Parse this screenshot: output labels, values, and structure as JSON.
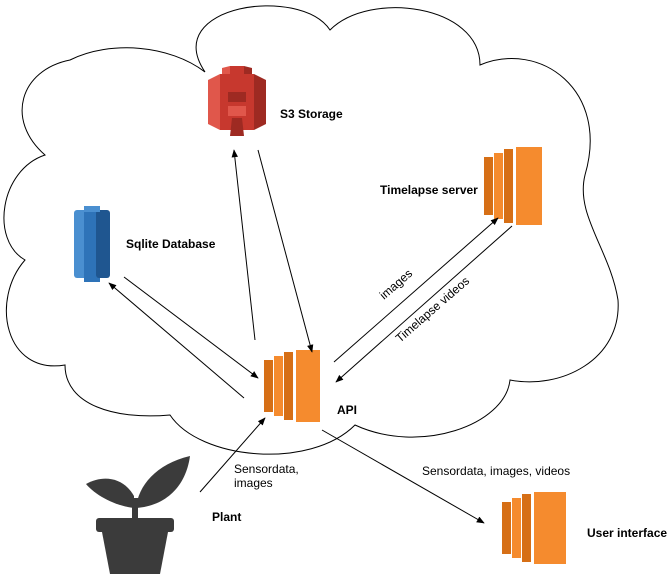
{
  "nodes": {
    "s3": {
      "label": "S3 Storage"
    },
    "sqlite": {
      "label": "Sqlite Database"
    },
    "timelapse": {
      "label": "Timelapse server"
    },
    "api": {
      "label": "API"
    },
    "plant": {
      "label": "Plant"
    },
    "ui": {
      "label": "User interface"
    }
  },
  "edges": {
    "images": "images",
    "timelapse_videos": "Timelapse videos",
    "plant_line1": "Sensordata,",
    "plant_line2": "images",
    "ui_label": "Sensordata, images, videos"
  },
  "colors": {
    "s3_red": "#c7382e",
    "s3_red_dark": "#9e2a22",
    "s3_red_light": "#e0574b",
    "ec2_orange": "#f58b2e",
    "ec2_orange_dark": "#d66f16",
    "db_blue": "#2e73b8",
    "db_blue_dark": "#1f5690",
    "db_blue_light": "#4a8fd0",
    "plant_gray": "#3b3b3b"
  },
  "icons": {
    "s3": "s3-storage-icon",
    "sqlite": "database-icon",
    "ec2": "server-instance-icon",
    "plant": "plant-pot-icon"
  }
}
